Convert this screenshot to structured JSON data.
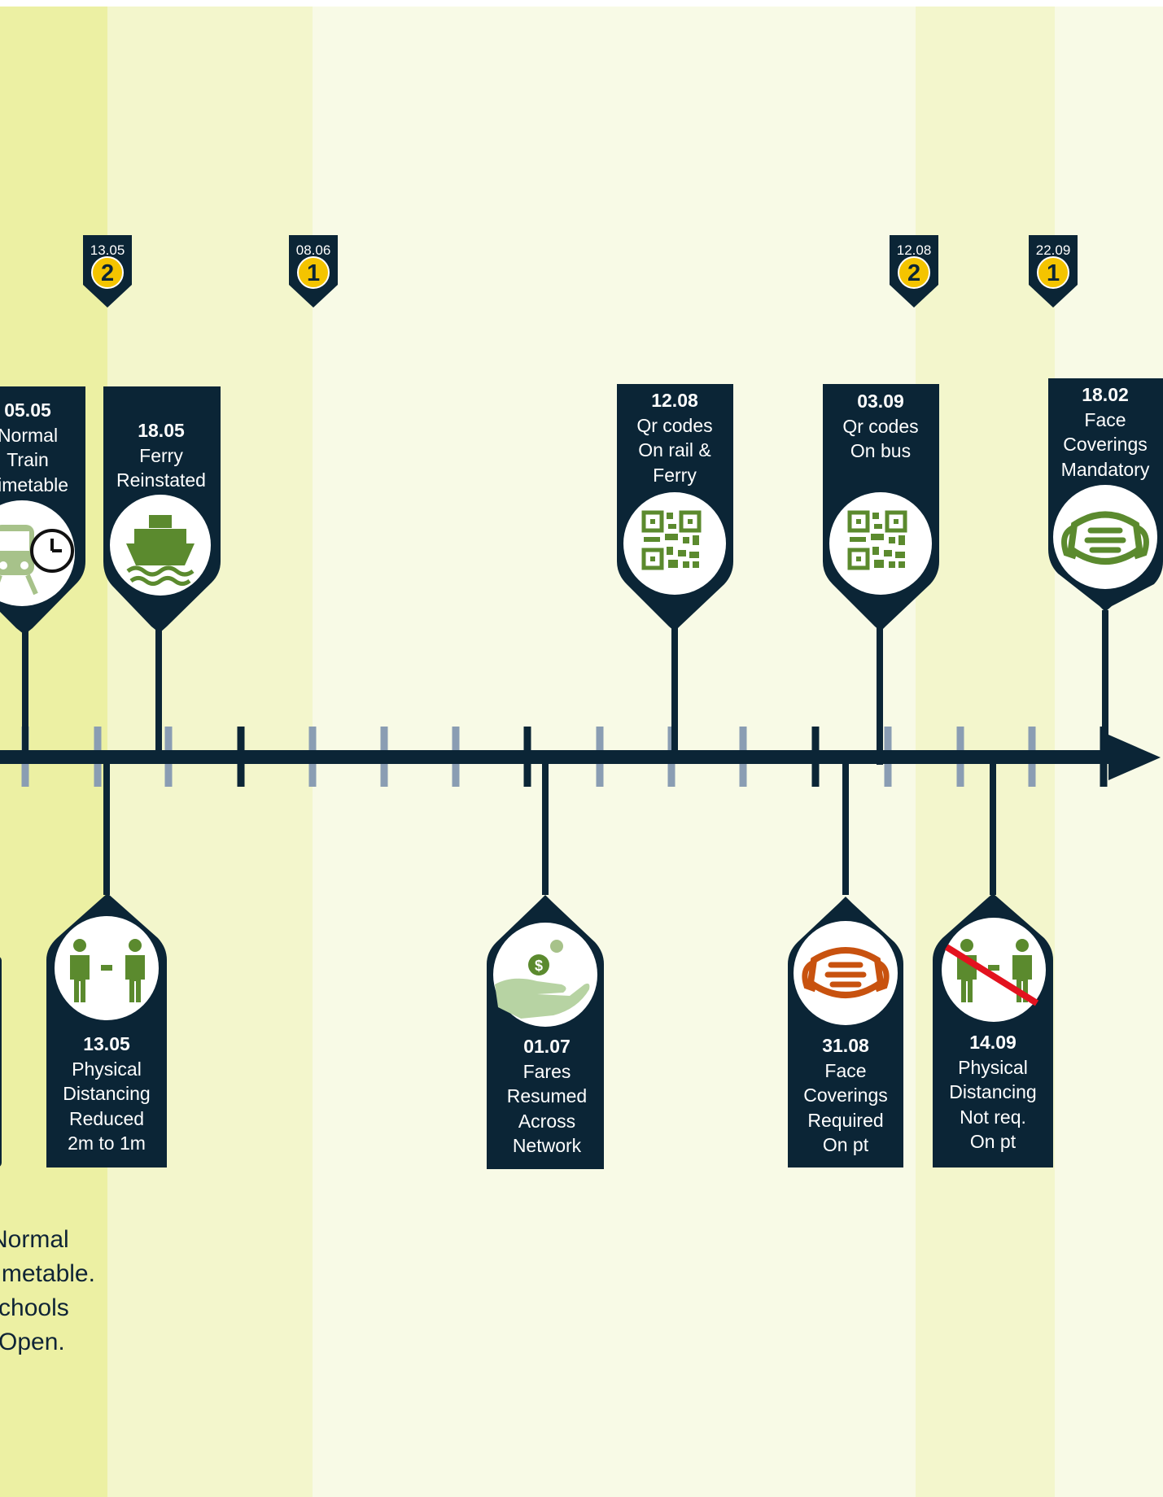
{
  "colors": {
    "navy": "#0b2536",
    "icon_green": "#5b8a2e",
    "icon_orange": "#c8520f",
    "band_deep": "#ecf0a3",
    "band_mid": "#f3f6cc",
    "band_light": "#f8fae6",
    "tick_light": "#8a9db3",
    "strike_red": "#e3121f"
  },
  "level_markers": [
    {
      "date": "13.05",
      "level": "2"
    },
    {
      "date": "08.06",
      "level": "1"
    },
    {
      "date": "12.08",
      "level": "2"
    },
    {
      "date": "22.09",
      "level": "1"
    }
  ],
  "events_above": [
    {
      "date": "05.05",
      "lines": [
        "Normal",
        "Train",
        "Timetable"
      ],
      "icon": "train-clock-icon"
    },
    {
      "date": "18.05",
      "lines": [
        "Ferry",
        "Reinstated"
      ],
      "icon": "ferry-icon"
    },
    {
      "date": "12.08",
      "lines": [
        "Qr codes",
        "On rail &",
        "Ferry"
      ],
      "icon": "qr-code-icon"
    },
    {
      "date": "03.09",
      "lines": [
        "Qr codes",
        "On bus"
      ],
      "icon": "qr-code-icon"
    },
    {
      "date": "18.02",
      "lines": [
        "Face",
        "Coverings",
        "Mandatory"
      ],
      "icon": "face-mask-icon"
    }
  ],
  "events_below": [
    {
      "date": "13.05",
      "lines": [
        "Physical",
        "Distancing",
        "Reduced",
        "2m to 1m"
      ],
      "icon": "distancing-icon"
    },
    {
      "date": "01.07",
      "lines": [
        "Fares",
        "Resumed",
        "Across",
        "Network"
      ],
      "icon": "fare-hand-icon"
    },
    {
      "date": "31.08",
      "lines": [
        "Face",
        "Coverings",
        "Required",
        "On pt"
      ],
      "icon": "face-mask-orange-icon"
    },
    {
      "date": "14.09",
      "lines": [
        "Physical",
        "Distancing",
        "Not req.",
        "On pt"
      ],
      "icon": "distancing-not-required-icon"
    }
  ],
  "side_note": {
    "lines": [
      "Normal",
      "Timetable.",
      "Schools",
      "Open."
    ]
  }
}
